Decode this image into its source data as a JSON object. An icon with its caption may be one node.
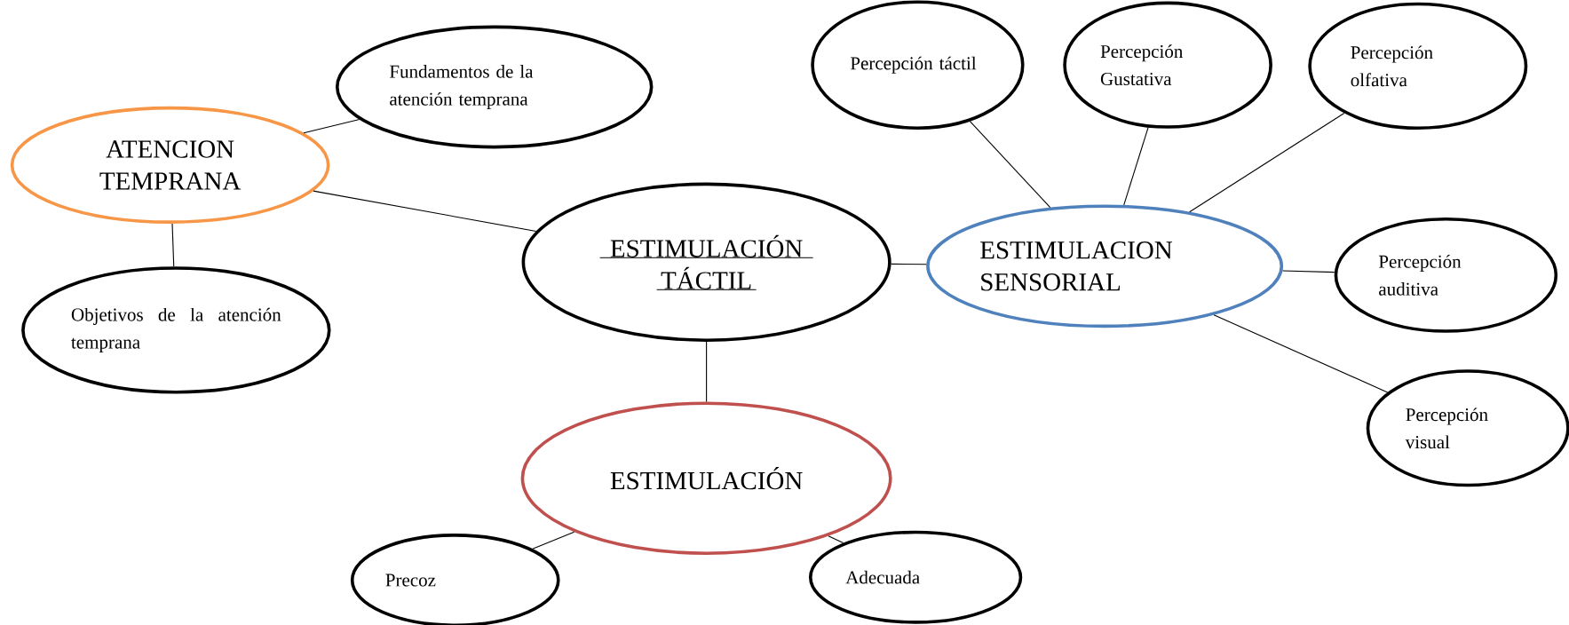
{
  "diagram": {
    "nodes": [
      {
        "text": [
          "ESTIMULACIÓN TÁCTIL"
        ]
      },
      {
        "text": [
          "ATENCION TEMPRANA"
        ]
      },
      {
        "text": [
          "Fundamentos de la atención temprana"
        ]
      },
      {
        "text": [
          "Objetivos de la atención temprana"
        ]
      },
      {
        "text": [
          "ESTIMULACION SENSORIAL"
        ]
      },
      {
        "text": [
          "Percepción táctil"
        ]
      },
      {
        "text": [
          "Percepción Gustativa"
        ]
      },
      {
        "text": [
          "Percepción olfativa"
        ]
      },
      {
        "text": [
          "Percepción auditiva"
        ]
      },
      {
        "text": [
          "Percepción visual"
        ]
      },
      {
        "text": [
          "ESTIMULACIÓN"
        ]
      },
      {
        "text": [
          "Precoz"
        ]
      },
      {
        "text": [
          "Adecuada"
        ]
      }
    ],
    "edges": [
      {
        "from": 0,
        "to": 1,
        "arrow": "none"
      },
      {
        "from": 1,
        "to": 2,
        "arrow": "none"
      },
      {
        "from": 1,
        "to": 3,
        "arrow": "none"
      },
      {
        "from": 0,
        "to": 4,
        "arrow": "none"
      },
      {
        "from": 4,
        "to": 5,
        "arrow": "none"
      },
      {
        "from": 4,
        "to": 6,
        "arrow": "none"
      },
      {
        "from": 4,
        "to": 7,
        "arrow": "none"
      },
      {
        "from": 4,
        "to": 8,
        "arrow": "none"
      },
      {
        "from": 4,
        "to": 9,
        "arrow": "none"
      },
      {
        "from": 0,
        "to": 10,
        "arrow": "none"
      },
      {
        "from": 10,
        "to": 11,
        "arrow": "none"
      },
      {
        "from": 10,
        "to": 12,
        "arrow": "none"
      }
    ]
  }
}
